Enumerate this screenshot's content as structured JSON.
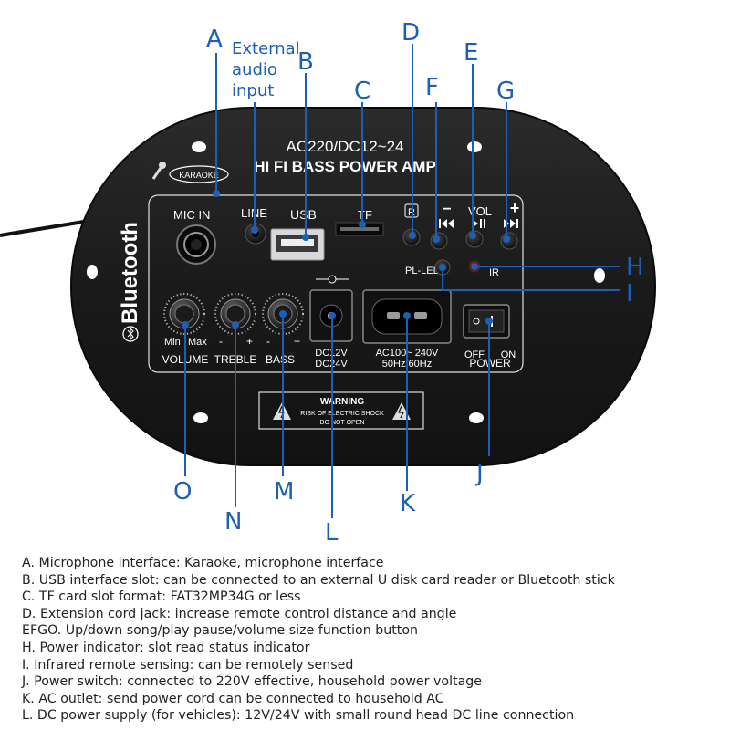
{
  "panel": {
    "title_voltage": "AC220/DC12~24",
    "title_model": "HI FI BASS POWER AMP",
    "badge": "KARAOKE",
    "brand": "Bluetooth",
    "jack_labels": {
      "mic": "MIC IN",
      "line": "LINE",
      "usb": "USB",
      "tf": "TF",
      "remote": "R",
      "vol": "VOL",
      "plus": "+",
      "minus": "−"
    },
    "led_labels": {
      "pl": "PL-LED",
      "ir": "IR"
    },
    "knob_range": {
      "min": "Min",
      "max": "Max",
      "minus": "-",
      "plus": "+"
    },
    "knobs": [
      "VOLUME",
      "TREBLE",
      "BASS"
    ],
    "dc_label": [
      "DC12V",
      "DC24V"
    ],
    "ac_label": [
      "AC100~ 240V",
      "50Hz/60Hz"
    ],
    "power": {
      "off": "OFF",
      "on": "ON",
      "label": "POWER"
    },
    "warning": {
      "title": "WARNING",
      "line1": "RISK OF ELECTRIC SHOCK",
      "line2": "DO NOT OPEN"
    }
  },
  "callouts": {
    "A": "A",
    "B": "B",
    "C": "C",
    "D": "D",
    "E": "E",
    "F": "F",
    "G": "G",
    "H": "H",
    "I": "I",
    "J": "J",
    "K": "K",
    "L": "L",
    "M": "M",
    "N": "N",
    "O": "O",
    "external": [
      "External",
      "audio",
      "input"
    ]
  },
  "descriptions": [
    "A. Microphone interface: Karaoke, microphone interface",
    "B. USB interface slot: can be connected to an external U disk card reader or Bluetooth stick",
    "C. TF card slot format: FAT32MP34G or less",
    "D. Extension cord jack: increase remote control distance and angle",
    "EFGO. Up/down song/play pause/volume size function button",
    "H. Power indicator: slot read status indicator",
    "I.  Infrared remote sensing: can be remotely sensed",
    "J. Power switch: connected to 220V effective, household power voltage",
    "K. AC outlet: send power cord can be connected to household AC",
    "L. DC power supply (for vehicles): 12V/24V with small round head DC line connection"
  ]
}
